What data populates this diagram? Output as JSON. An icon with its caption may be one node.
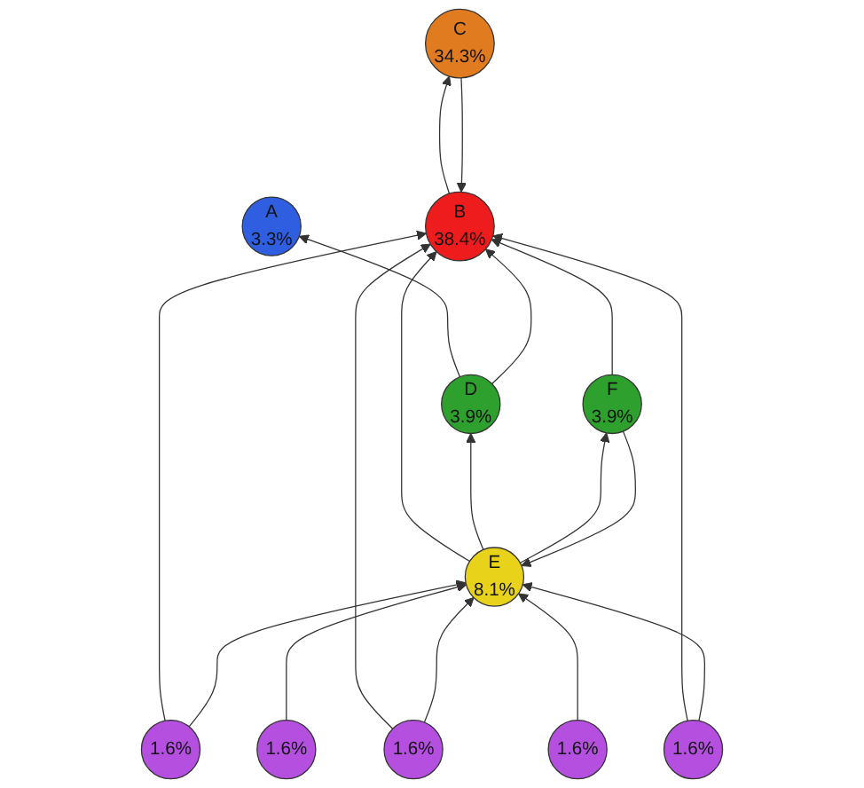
{
  "diagram": {
    "nodes": [
      {
        "text": [
          "A",
          "3.3%"
        ]
      },
      {
        "text": [
          "B",
          "38.4%"
        ]
      },
      {
        "text": [
          "C",
          "34.3%"
        ]
      },
      {
        "text": [
          "D",
          "3.9%"
        ]
      },
      {
        "text": [
          "E",
          "8.1%"
        ]
      },
      {
        "text": [
          "F",
          "3.9%"
        ]
      },
      {
        "text": [
          "1.6%"
        ]
      },
      {
        "text": [
          "1.6%"
        ]
      },
      {
        "text": [
          "1.6%"
        ]
      },
      {
        "text": [
          "1.6%"
        ]
      },
      {
        "text": [
          "1.6%"
        ]
      }
    ],
    "edges": [
      {
        "from": 1,
        "to": 2,
        "arrow": "to"
      },
      {
        "from": 2,
        "to": 1,
        "arrow": "to"
      },
      {
        "from": 3,
        "to": 0,
        "arrow": "to"
      },
      {
        "from": 3,
        "to": 1,
        "arrow": "to"
      },
      {
        "from": 4,
        "to": 1,
        "arrow": "to"
      },
      {
        "from": 4,
        "to": 3,
        "arrow": "to"
      },
      {
        "from": 4,
        "to": 5,
        "arrow": "to"
      },
      {
        "from": 5,
        "to": 4,
        "arrow": "to"
      },
      {
        "from": 5,
        "to": 1,
        "arrow": "to"
      },
      {
        "from": 6,
        "to": 1,
        "arrow": "to"
      },
      {
        "from": 6,
        "to": 4,
        "arrow": "to"
      },
      {
        "from": 7,
        "to": 1,
        "arrow": "to"
      },
      {
        "from": 7,
        "to": 4,
        "arrow": "to"
      },
      {
        "from": 8,
        "to": 1,
        "arrow": "to"
      },
      {
        "from": 8,
        "to": 4,
        "arrow": "to"
      },
      {
        "from": 9,
        "to": 4,
        "arrow": "to"
      },
      {
        "from": 10,
        "to": 4,
        "arrow": "to"
      }
    ]
  }
}
